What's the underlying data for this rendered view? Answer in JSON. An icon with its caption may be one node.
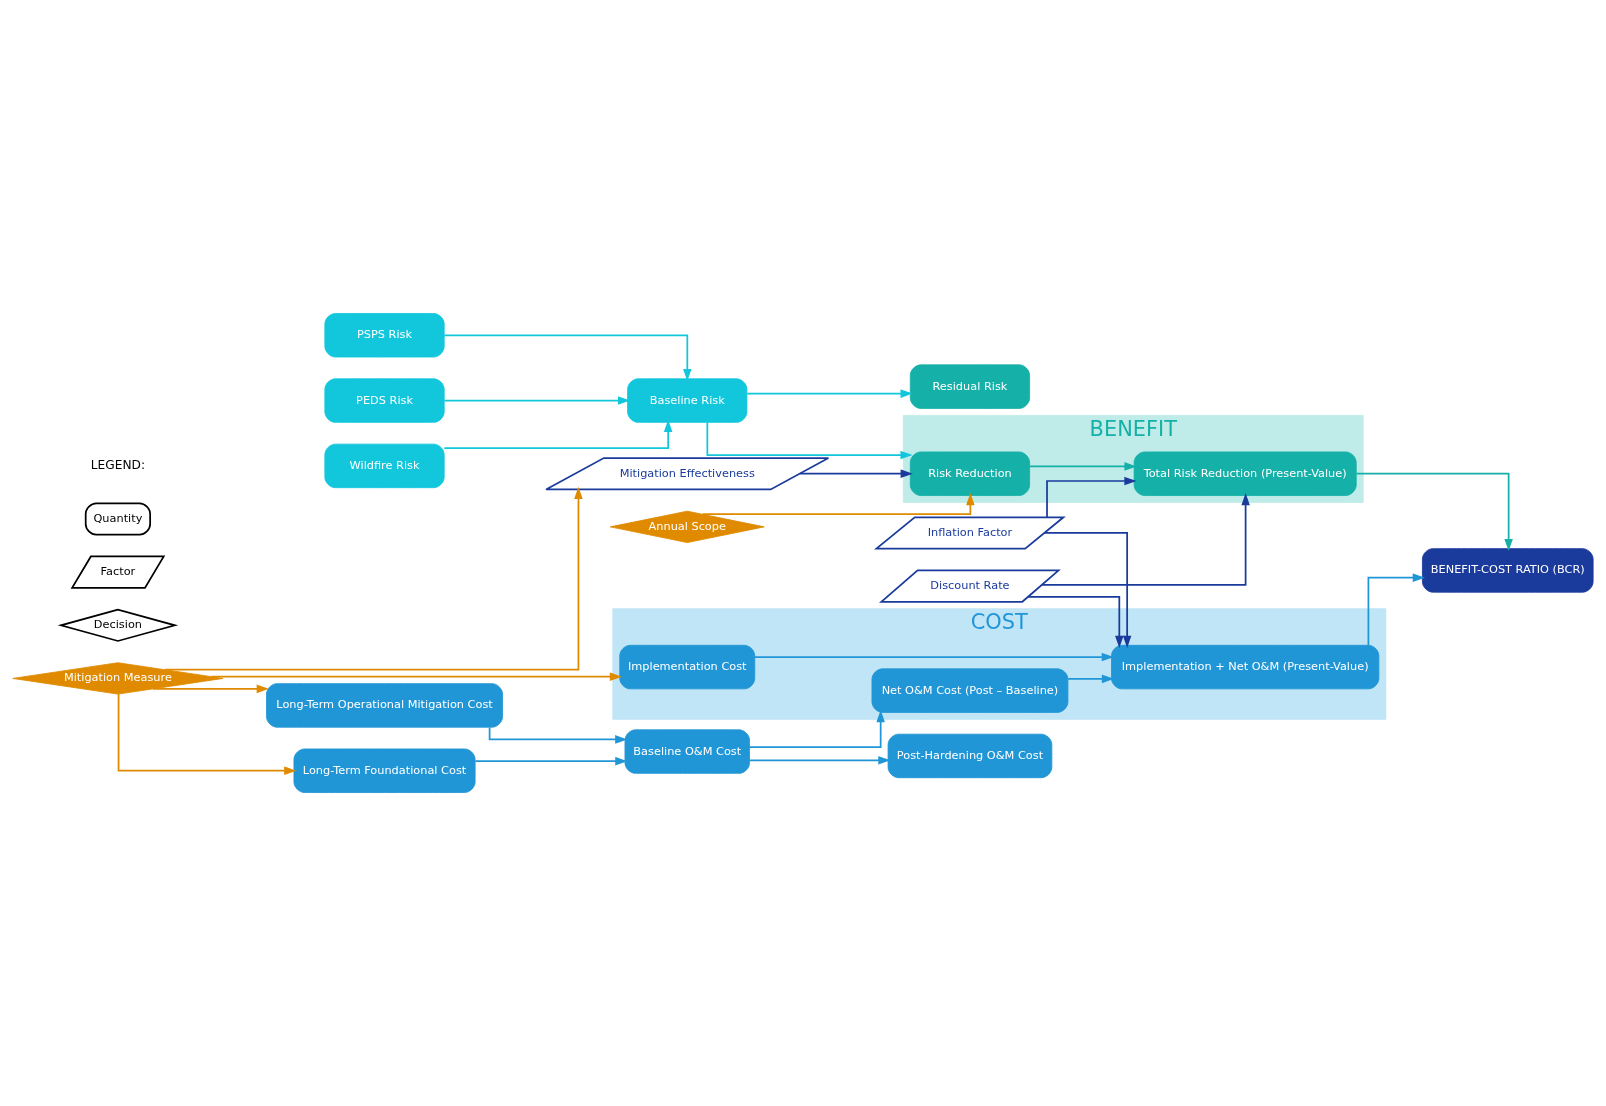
{
  "diagram": {
    "nodes": [
      {
        "text": [
          "Wildfire Risk"
        ]
      },
      {
        "text": [
          "PSPS Risk"
        ]
      },
      {
        "text": [
          "PEDS Risk"
        ]
      },
      {
        "text": [
          "Baseline Risk"
        ]
      },
      {
        "text": [
          "Residual Risk"
        ]
      },
      {
        "text": [
          "BENEFIT"
        ]
      },
      {
        "text": [
          "Risk Reduction"
        ],
        "in": 5
      },
      {
        "text": [
          "Total Risk Reduction (Present-Value)"
        ],
        "in": 5
      },
      {
        "text": [
          "Mitigation Measure"
        ]
      },
      {
        "text": [
          "Mitigation Effectiveness"
        ]
      },
      {
        "text": [
          "Annual Scope"
        ]
      },
      {
        "text": [
          "Inflation Factor"
        ]
      },
      {
        "text": [
          "Discount Rate"
        ]
      },
      {
        "text": [
          "BENEFIT-COST RATIO (BCR)"
        ]
      },
      {
        "text": [
          "COST"
        ]
      },
      {
        "text": [
          "Implementation Cost"
        ],
        "in": 14
      },
      {
        "text": [
          "Net O&M Cost (Post – Baseline)"
        ],
        "in": 14
      },
      {
        "text": [
          "Implementation + Net O&M (Present-Value)"
        ],
        "in": 14
      },
      {
        "text": [
          "Long-Term Operational Mitigation Cost"
        ]
      },
      {
        "text": [
          "Long-Term Foundational Cost"
        ]
      },
      {
        "text": [
          "Baseline O&M Cost"
        ]
      },
      {
        "text": [
          "Post-Hardening O&M Cost"
        ]
      }
    ],
    "edges": [
      {
        "from": 0,
        "to": 3,
        "arrow": "to",
        "color": "#12c6dc"
      },
      {
        "from": 1,
        "to": 3,
        "arrow": "to",
        "color": "#12c6dc"
      },
      {
        "from": 2,
        "to": 3,
        "arrow": "to",
        "color": "#12c6dc"
      },
      {
        "from": 3,
        "to": 4,
        "arrow": "to",
        "color": "#12c6dc"
      },
      {
        "from": 3,
        "to": 6,
        "arrow": "to",
        "color": "#12c6dc"
      },
      {
        "from": 9,
        "to": 6,
        "arrow": "to",
        "color": "#1a3a9c"
      },
      {
        "from": 10,
        "to": 6,
        "arrow": "to",
        "color": "#e08a00"
      },
      {
        "from": 6,
        "to": 7,
        "arrow": "to",
        "color": "#15b0a8"
      },
      {
        "from": 11,
        "to": 7,
        "arrow": "to",
        "color": "#1a3a9c"
      },
      {
        "from": 12,
        "to": 7,
        "arrow": "to",
        "color": "#1a3a9c"
      },
      {
        "from": 11,
        "to": 17,
        "arrow": "to",
        "color": "#1a3a9c"
      },
      {
        "from": 12,
        "to": 17,
        "arrow": "to",
        "color": "#1a3a9c"
      },
      {
        "from": 7,
        "to": 13,
        "arrow": "to",
        "color": "#15b0a8"
      },
      {
        "from": 8,
        "to": 9,
        "arrow": "to",
        "color": "#e08a00"
      },
      {
        "from": 8,
        "to": 15,
        "arrow": "to",
        "color": "#e08a00"
      },
      {
        "from": 8,
        "to": 18,
        "arrow": "to",
        "color": "#e08a00"
      },
      {
        "from": 8,
        "to": 19,
        "arrow": "to",
        "color": "#e08a00"
      },
      {
        "from": 15,
        "to": 17,
        "arrow": "to"
      },
      {
        "from": 16,
        "to": 17,
        "arrow": "to"
      },
      {
        "from": 18,
        "to": 20,
        "arrow": "to"
      },
      {
        "from": 19,
        "to": 20,
        "arrow": "to"
      },
      {
        "from": 20,
        "to": 16,
        "arrow": "to"
      },
      {
        "from": 20,
        "to": 21,
        "arrow": "to"
      },
      {
        "from": 17,
        "to": 13,
        "arrow": "to"
      }
    ],
    "labels": [
      "LEGEND:"
    ],
    "legend": [
      {
        "text": "Quantity"
      },
      {
        "text": "Factor"
      },
      {
        "text": "Decision"
      }
    ]
  }
}
